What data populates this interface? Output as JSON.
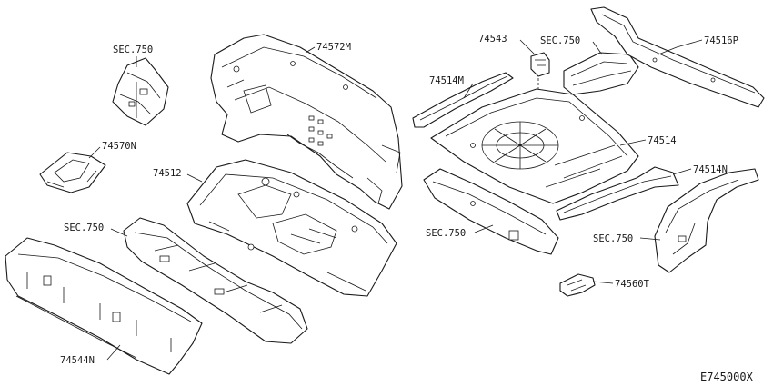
{
  "labels": {
    "sec750_top_left": "SEC.750",
    "p74572M": "74572M",
    "p74543": "74543",
    "sec750_top_right": "SEC.750",
    "p74516P": "74516P",
    "p74514M": "74514M",
    "p74570N": "74570N",
    "p74512": "74512",
    "p74514": "74514",
    "p74514N": "74514N",
    "sec750_mid_left": "SEC.750",
    "sec750_mid": "SEC.750",
    "sec750_right": "SEC.750",
    "p74560T": "74560T",
    "p74544N": "74544N"
  },
  "diagram_code": "E745000X"
}
